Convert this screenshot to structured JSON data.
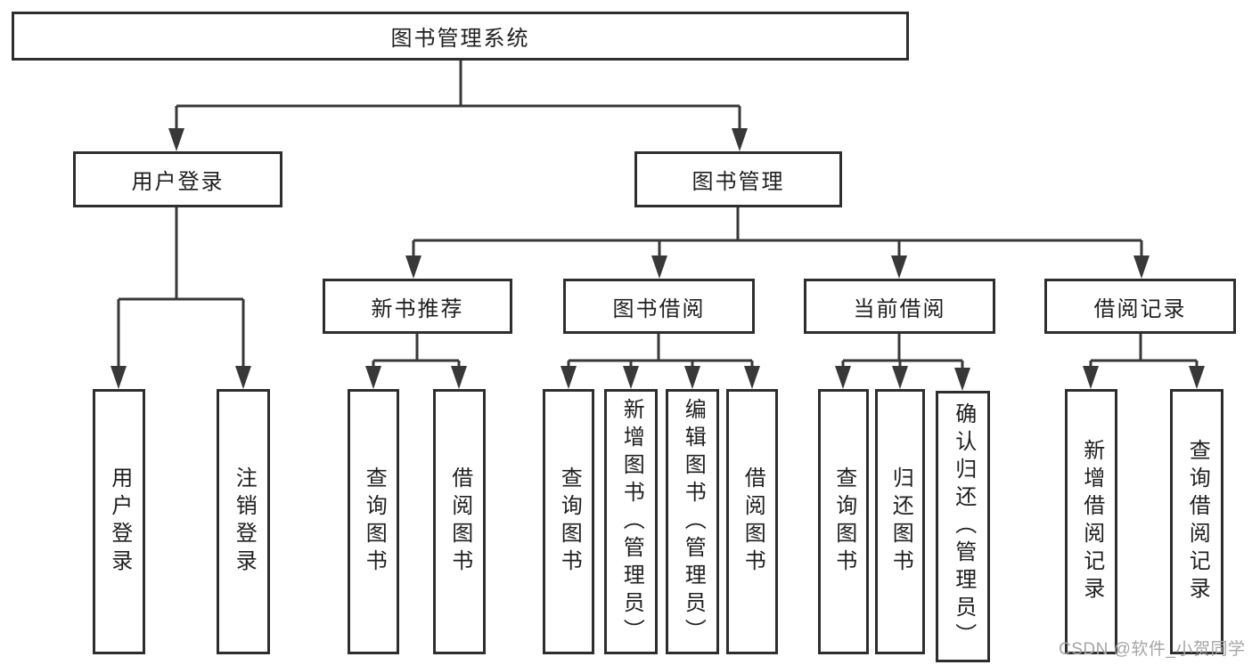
{
  "diagram": {
    "title": "图书管理系统",
    "tree": {
      "label": "图书管理系统",
      "children": [
        {
          "label": "用户登录",
          "children": [
            {
              "label": "用户登录"
            },
            {
              "label": "注销登录"
            }
          ]
        },
        {
          "label": "图书管理",
          "children": [
            {
              "label": "新书推荐",
              "children": [
                {
                  "label": "查询图书"
                },
                {
                  "label": "借阅图书"
                }
              ]
            },
            {
              "label": "图书借阅",
              "children": [
                {
                  "label": "查询图书"
                },
                {
                  "label": "新增图书（管理员）"
                },
                {
                  "label": "编辑图书（管理员）"
                },
                {
                  "label": "借阅图书"
                }
              ]
            },
            {
              "label": "当前借阅",
              "children": [
                {
                  "label": "查询图书"
                },
                {
                  "label": "归还图书"
                },
                {
                  "label": "确认归还（管理员）"
                }
              ]
            },
            {
              "label": "借阅记录",
              "children": [
                {
                  "label": "新增借阅记录"
                },
                {
                  "label": "查询借阅记录"
                }
              ]
            }
          ]
        }
      ]
    },
    "colors": {
      "line": "#383838",
      "box_border": "#2e2e2e",
      "text": "#1f1f1f",
      "watermark": "#a6a6a6",
      "background": "#ffffff"
    }
  },
  "watermark": {
    "text": "CSDN @软件_小贺同学"
  }
}
